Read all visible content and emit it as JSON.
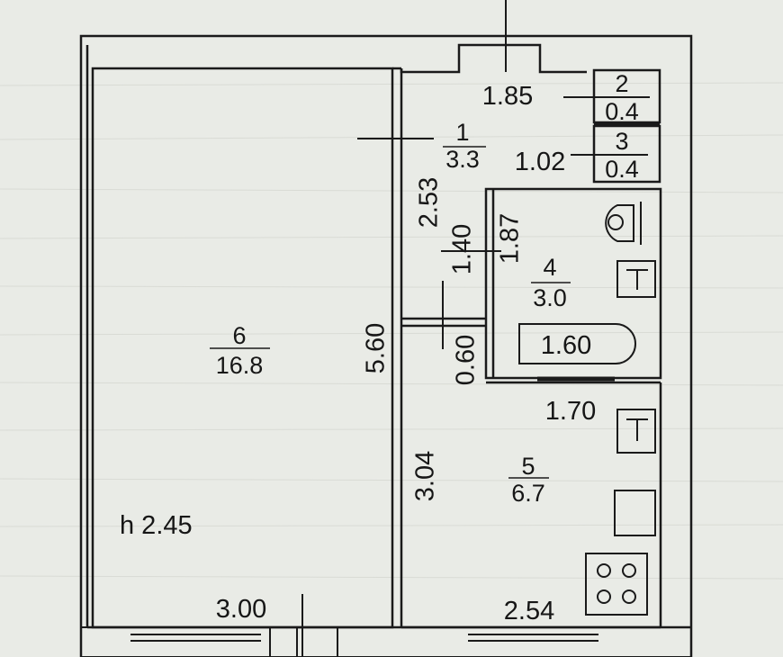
{
  "plan": {
    "ceiling_height": "h 2.45",
    "rooms": [
      {
        "number": "1",
        "area": "3.3"
      },
      {
        "number": "2",
        "area": "0.4"
      },
      {
        "number": "3",
        "area": "0.4"
      },
      {
        "number": "4",
        "area": "3.0"
      },
      {
        "number": "5",
        "area": "6.7"
      },
      {
        "number": "6",
        "area": "16.8"
      }
    ],
    "dimensions": {
      "hall_width": "1.85",
      "closet_width": "1.02",
      "hall_length": "2.53",
      "bath_length": "1.87",
      "hall_lower": "1.40",
      "corridor_gap": "0.60",
      "total_length": "5.60",
      "tub_length": "1.60",
      "kitchen_width_top": "1.70",
      "kitchen_length": "3.04",
      "room_width": "3.00",
      "kitchen_width": "2.54"
    }
  }
}
